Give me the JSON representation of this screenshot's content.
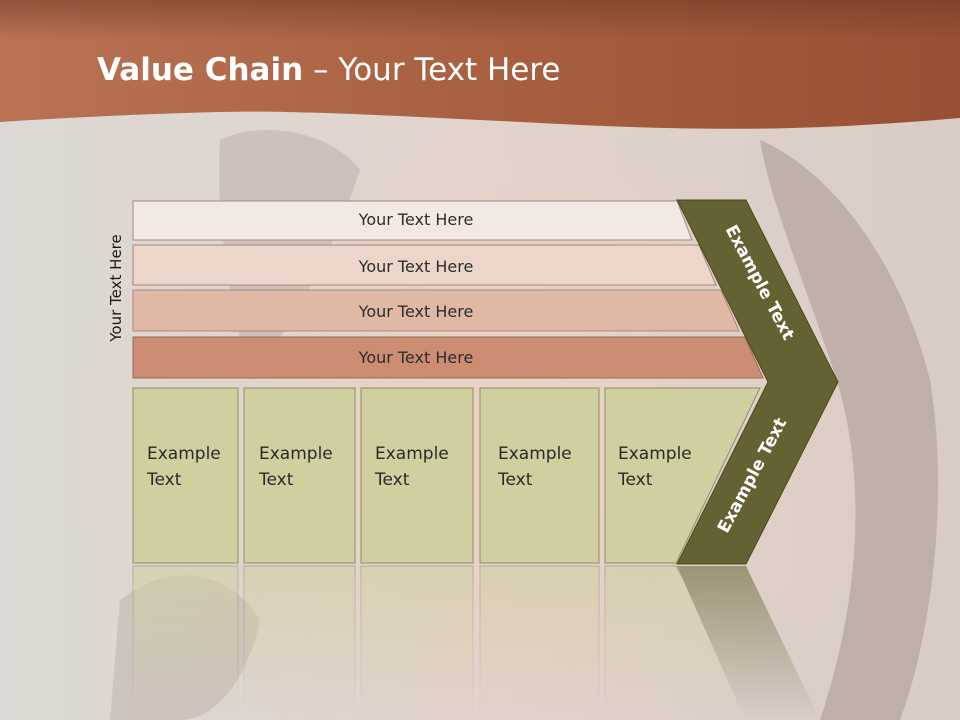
{
  "slide": {
    "title_bold": "Value Chain",
    "title_rest": " – Your Text Here",
    "side_label": "Your Text Here"
  },
  "bars": [
    {
      "label": "Your Text Here"
    },
    {
      "label": "Your Text Here"
    },
    {
      "label": "Your Text Here"
    },
    {
      "label": "Your Text Here"
    }
  ],
  "chevron_labels": {
    "upper": "Example Text",
    "lower": "Example Text"
  },
  "boxes": [
    {
      "line1": "Example",
      "line2": "Text"
    },
    {
      "line1": "Example",
      "line2": "Text"
    },
    {
      "line1": "Example",
      "line2": "Text"
    },
    {
      "line1": "Example",
      "line2": "Text"
    },
    {
      "line1": "Example",
      "line2": "Text"
    }
  ],
  "colors": {
    "header": "#a9603f",
    "bar1": "#f3e9e4",
    "bar2": "#ecd5c9",
    "bar3": "#e0b8a6",
    "bar4": "#cc8d73",
    "box": "#cfcfa0",
    "chevron": "#646132"
  }
}
